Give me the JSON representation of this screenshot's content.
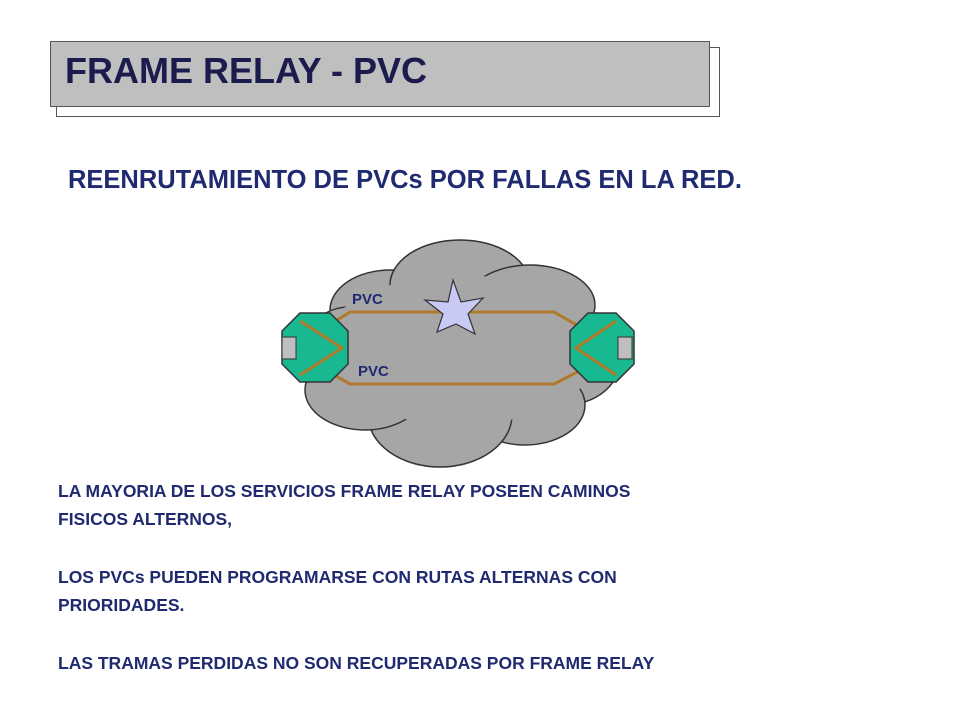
{
  "slide": {
    "title": "FRAME RELAY - PVC",
    "subtitle": "REENRUTAMIENTO DE PVCs POR FALLAS EN LA RED."
  },
  "diagram": {
    "pvc_top_label": "PVC",
    "pvc_bottom_label": "PVC",
    "colors": {
      "cloud": "#a6a6a6",
      "node": "#18b890",
      "link": "#b07a2a",
      "failure_star": "#c9c9f5"
    }
  },
  "body": {
    "line1": "LA MAYORIA DE LOS SERVICIOS FRAME RELAY POSEEN CAMINOS",
    "line1b": "FISICOS ALTERNOS,",
    "line2": "LOS PVCs PUEDEN PROGRAMARSE CON RUTAS ALTERNAS CON",
    "line2b": "PRIORIDADES.",
    "line3": "LAS TRAMAS PERDIDAS NO SON  RECUPERADAS POR FRAME RELAY"
  }
}
